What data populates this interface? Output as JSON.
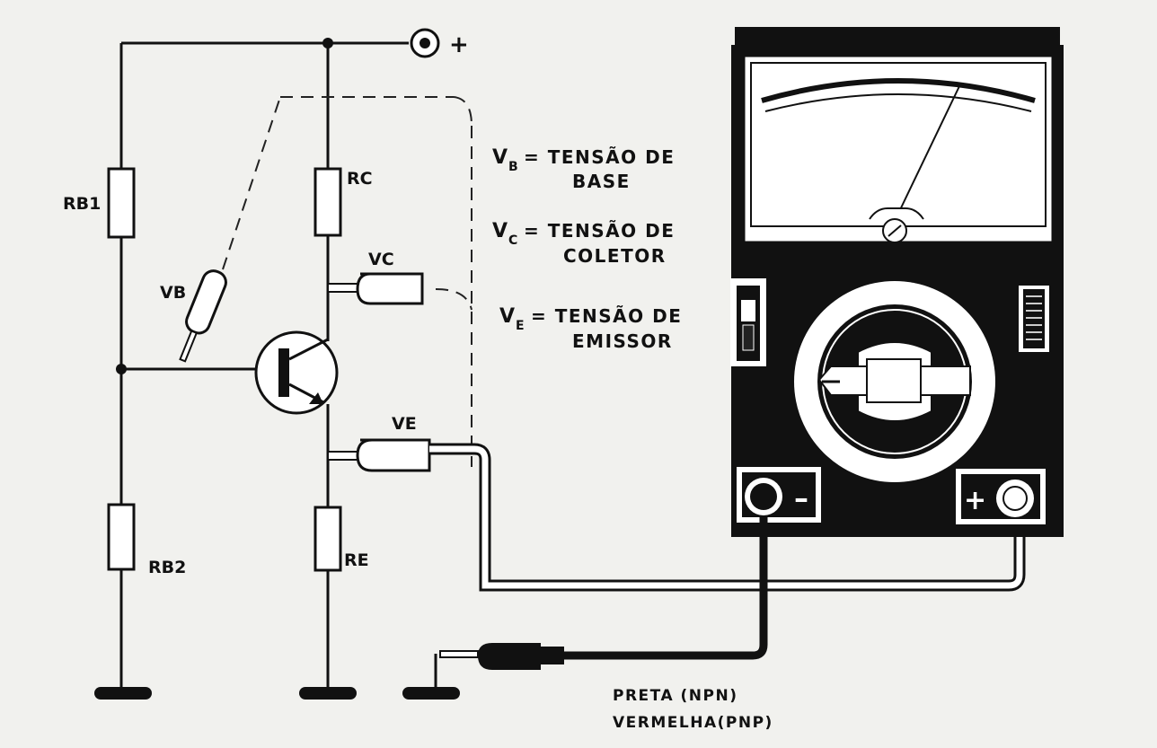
{
  "circuit": {
    "supply_symbol": "+",
    "resistors": {
      "rb1": "RB1",
      "rc": "RC",
      "rb2": "RB2",
      "re": "RE"
    },
    "probes": {
      "vb": "VB",
      "vc": "VC",
      "ve": "VE"
    }
  },
  "legend": [
    {
      "sym": "V",
      "sub": "B",
      "line1": "= TENSÃO DE",
      "line2": "BASE"
    },
    {
      "sym": "V",
      "sub": "C",
      "line1": "= TENSÃO DE",
      "line2": "COLETOR"
    },
    {
      "sym": "V",
      "sub": "E",
      "line1": "= TENSÃO DE",
      "line2": "EMISSOR"
    }
  ],
  "meter": {
    "minus_label": "–",
    "plus_label": "+"
  },
  "probe_caption": {
    "line1": "PRETA (NPN)",
    "line2": "VERMELHA(PNP)"
  }
}
